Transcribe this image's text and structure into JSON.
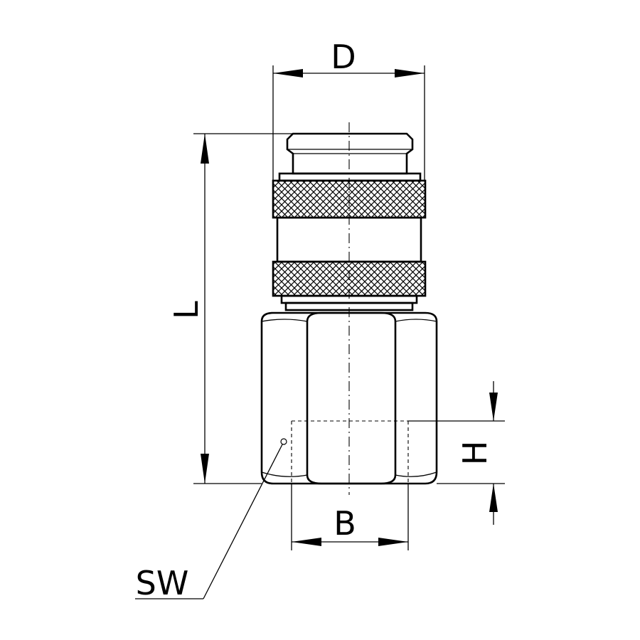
{
  "drawing": {
    "labels": {
      "outer_diameter": "D",
      "length": "L",
      "thread_depth": "H",
      "thread_size": "B",
      "wrench_size": "SW"
    }
  }
}
